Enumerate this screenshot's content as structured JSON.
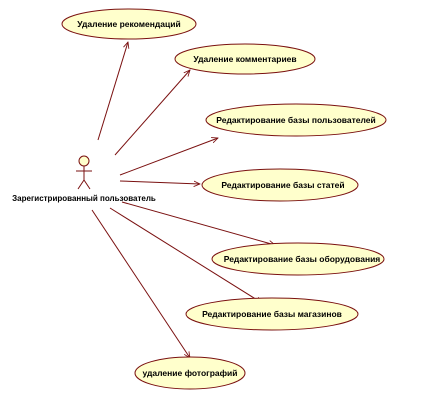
{
  "actor": {
    "name": "Зарегистрированный пользователь"
  },
  "use_cases": [
    {
      "label": "Удаление рекомендаций"
    },
    {
      "label": "Удаление комментариев"
    },
    {
      "label": "Редактирование базы пользователей"
    },
    {
      "label": "Редактирование базы статей"
    },
    {
      "label": "Редактирование базы оборудования"
    },
    {
      "label": "Редактирование базы магазинов"
    },
    {
      "label": "удаление фотографий"
    }
  ],
  "colors": {
    "ellipse_fill": "#ffffcc",
    "line": "#7a1010",
    "text": "#000000"
  }
}
